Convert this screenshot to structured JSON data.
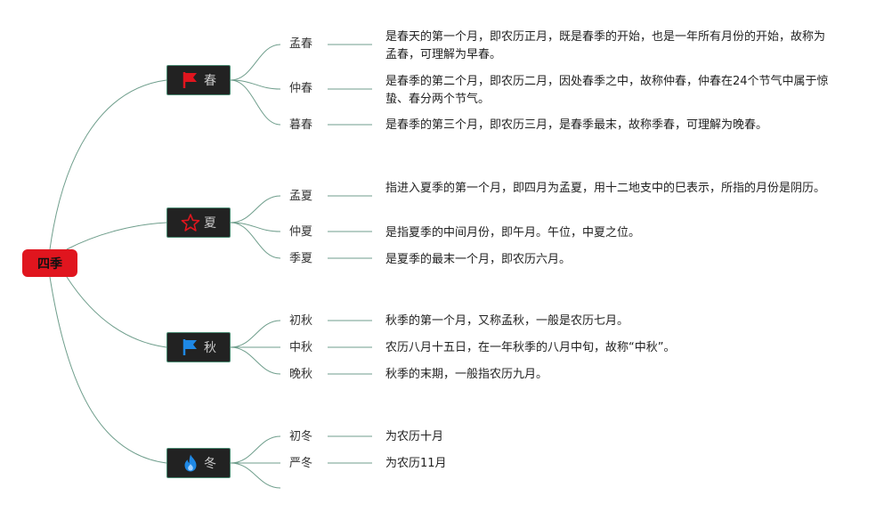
{
  "root": {
    "label": "四季",
    "color": "#e0151e"
  },
  "line_color": "#6f9e8c",
  "seasons": [
    {
      "label": "春",
      "icon": "red-flag-icon",
      "icon_color": "#e0151e",
      "months": [
        {
          "label": "孟春",
          "desc": "是春天的第一个月，即农历正月，既是春季的开始，也是一年所有月份的开始，故称为孟春，可理解为早春。"
        },
        {
          "label": "仲春",
          "desc": "是春季的第二个月，即农历二月，因处春季之中，故称仲春，仲春在24个节气中属于惊蛰、春分两个节气。"
        },
        {
          "label": "暮春",
          "desc": "是春季的第三个月，即农历三月，是春季最末，故称季春，可理解为晚春。"
        }
      ]
    },
    {
      "label": "夏",
      "icon": "red-star-icon",
      "icon_color": "#e0151e",
      "months": [
        {
          "label": "孟夏",
          "desc": "指进入夏季的第一个月，即四月为孟夏，用十二地支中的巳表示，所指的月份是阴历。"
        },
        {
          "label": "仲夏",
          "desc": "是指夏季的中间月份，即午月。午位，中夏之位。"
        },
        {
          "label": "季夏",
          "desc": "是夏季的最末一个月，即农历六月。"
        }
      ]
    },
    {
      "label": "秋",
      "icon": "blue-flag-icon",
      "icon_color": "#1e88e5",
      "months": [
        {
          "label": "初秋",
          "desc": "秋季的第一个月，又称孟秋，一般是农历七月。"
        },
        {
          "label": "中秋",
          "desc": "农历八月十五日，在一年秋季的八月中旬，故称“中秋”。"
        },
        {
          "label": "晚秋",
          "desc": "秋季的末期，一般指农历九月。"
        }
      ]
    },
    {
      "label": "冬",
      "icon": "blue-flame-icon",
      "icon_color": "#1e88e5",
      "months": [
        {
          "label": "初冬",
          "desc": "为农历十月"
        },
        {
          "label": "严冬",
          "desc": "为农历11月"
        },
        {
          "label": "",
          "desc": ""
        }
      ]
    }
  ]
}
